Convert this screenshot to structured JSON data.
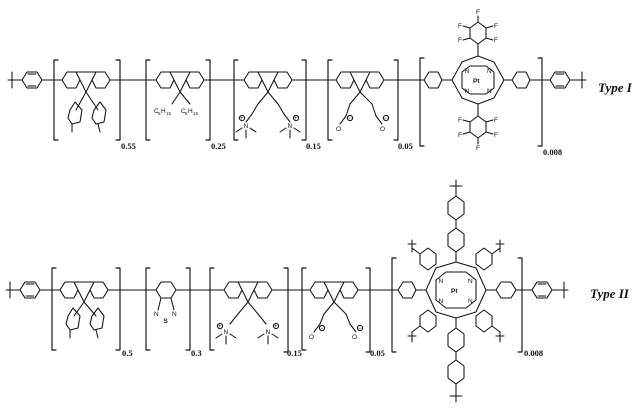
{
  "figure": {
    "polymers": [
      {
        "id": "type1",
        "label": "Type I",
        "units": [
          {
            "name": "fluorene-bis(4-methylphenyl)",
            "fraction": "0.55"
          },
          {
            "name": "fluorene-dihexyl",
            "fraction": "0.25",
            "substituents": [
              "C6H15",
              "C6H15"
            ]
          },
          {
            "name": "fluorene-trimethylammonium",
            "fraction": "0.15"
          },
          {
            "name": "fluorene-carboxylate",
            "fraction": "0.05"
          },
          {
            "name": "pt-porphyrin-pentafluorophenyl",
            "fraction": "0.008",
            "metal": "Pt"
          }
        ]
      },
      {
        "id": "type2",
        "label": "Type II",
        "units": [
          {
            "name": "fluorene-bis(4-methylphenyl)",
            "fraction": "0.5"
          },
          {
            "name": "benzothiadiazole",
            "fraction": "0.3",
            "atoms": [
              "N",
              "S",
              "N"
            ]
          },
          {
            "name": "fluorene-trimethylammonium",
            "fraction": "0.15"
          },
          {
            "name": "fluorene-carboxylate",
            "fraction": "0.05"
          },
          {
            "name": "pt-porphyrin-tetra-tert-butyl",
            "fraction": "0.008",
            "metal": "Pt"
          }
        ]
      }
    ],
    "atom_labels": {
      "nitrogen": "N",
      "fluorine": "F",
      "platinum": "Pt",
      "sulfur": "S",
      "oxygen": "O",
      "hexyl_c": "C",
      "hexyl_h": "H",
      "hexyl_c_count": "6",
      "hexyl_h_count": "15",
      "plus": "+",
      "minus": "−"
    }
  }
}
